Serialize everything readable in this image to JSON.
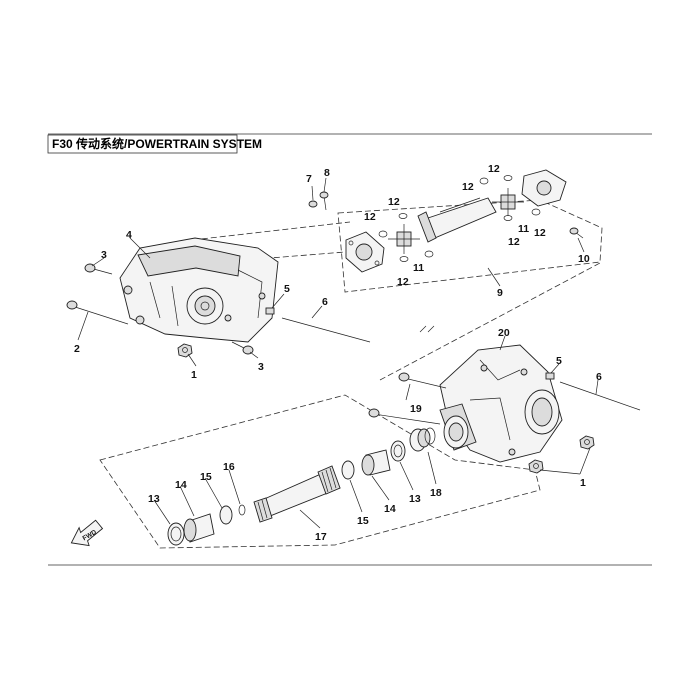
{
  "header": {
    "title": "F30 传动系统/POWERTRAIN SYSTEM"
  },
  "callouts": {
    "c1a": "1",
    "c1b": "1",
    "c2": "2",
    "c3a": "3",
    "c3b": "3",
    "c4": "4",
    "c5a": "5",
    "c5b": "5",
    "c6a": "6",
    "c6b": "6",
    "c7": "7",
    "c8": "8",
    "c9": "9",
    "c10": "10",
    "c11a": "11",
    "c11b": "11",
    "c12a": "12",
    "c12b": "12",
    "c12c": "12",
    "c12d": "12",
    "c12e": "12",
    "c12f": "12",
    "c12g": "12",
    "c13a": "13",
    "c13b": "13",
    "c14a": "14",
    "c14b": "14",
    "c15a": "15",
    "c15b": "15",
    "c16": "16",
    "c17": "17",
    "c18": "18",
    "c19": "19",
    "c20": "20"
  },
  "fwd_label": "FWD"
}
